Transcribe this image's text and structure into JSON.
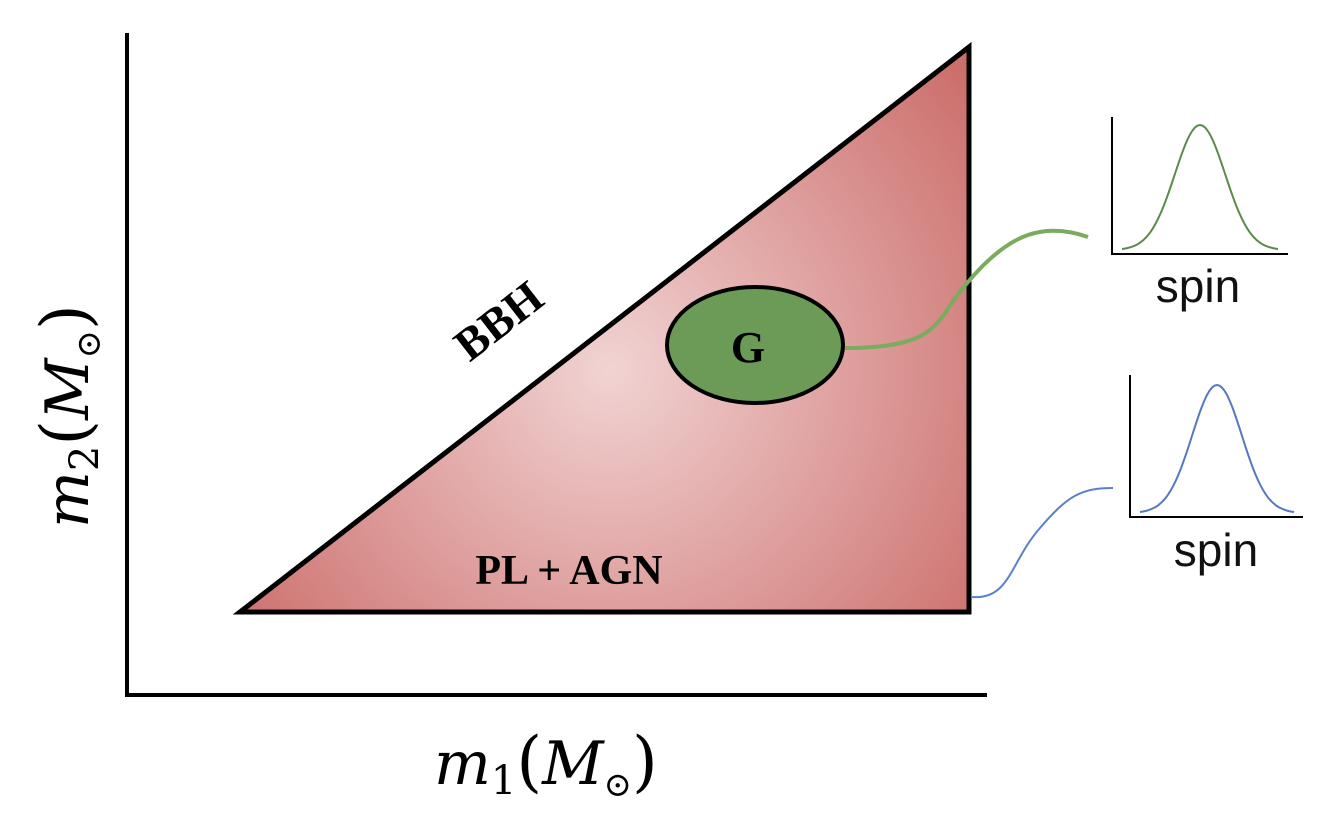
{
  "axes": {
    "x_label": {
      "var": "m",
      "sub": "1",
      "open": "(",
      "unit": "M",
      "unit_sub": "⊙",
      "close": ")"
    },
    "y_label": {
      "var": "m",
      "sub": "2",
      "open": "(",
      "unit": "M",
      "unit_sub": "⊙",
      "close": ")"
    }
  },
  "region": {
    "edge_label": "BBH",
    "base_label": "PL + AGN",
    "fill_light": "#f1d3d3",
    "fill_dark": "#cc6f6c"
  },
  "cluster": {
    "label": "G",
    "fill": "#6b9b56"
  },
  "insets": [
    {
      "xlabel": "spin",
      "curve_color": "#5b8a4a"
    },
    {
      "xlabel": "spin",
      "curve_color": "#5578c0"
    }
  ],
  "connectors": {
    "green": "#7aab5e",
    "blue": "#5b82c8"
  }
}
